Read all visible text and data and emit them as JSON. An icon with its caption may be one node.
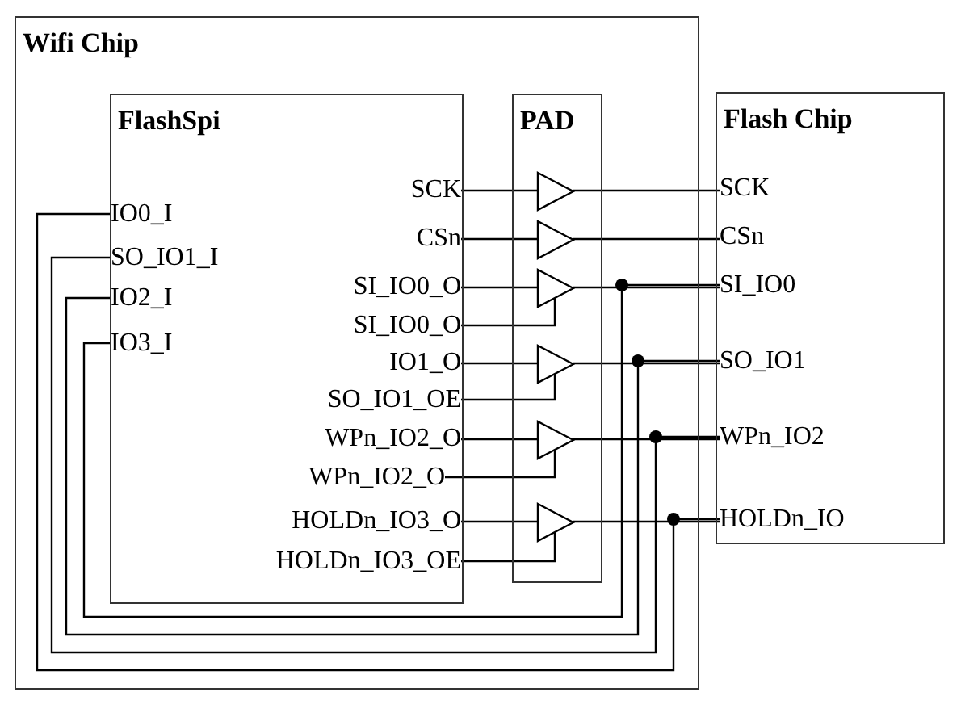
{
  "diagram": {
    "nodes": [
      {
        "text": [
          "Wifi Chip"
        ]
      },
      {
        "text": [
          "FlashSpi"
        ],
        "in": 0
      },
      {
        "text": [
          "PAD"
        ],
        "in": 0
      },
      {
        "text": [
          "Flash Chip"
        ]
      },
      {
        "text": [
          "IO0_I"
        ],
        "in": 1
      },
      {
        "text": [
          "SO_IO1_I"
        ],
        "in": 1
      },
      {
        "text": [
          "IO2_I"
        ],
        "in": 1
      },
      {
        "text": [
          "IO3_I"
        ],
        "in": 1
      },
      {
        "text": [
          "SCK"
        ],
        "in": 1
      },
      {
        "text": [
          "CSn"
        ],
        "in": 1
      },
      {
        "text": [
          "SI_IO0_O"
        ],
        "in": 1
      },
      {
        "text": [
          "SI_IO0_O"
        ],
        "in": 1
      },
      {
        "text": [
          "IO1_O"
        ],
        "in": 1
      },
      {
        "text": [
          "SO_IO1_OE"
        ],
        "in": 1
      },
      {
        "text": [
          "WPn_IO2_O"
        ],
        "in": 1
      },
      {
        "text": [
          "WPn_IO2_O"
        ],
        "in": 1
      },
      {
        "text": [
          "HOLDn_IO3_O"
        ],
        "in": 1
      },
      {
        "text": [
          "HOLDn_IO3_OE"
        ],
        "in": 1
      },
      {
        "text": [],
        "shape": "triangle",
        "in": 2
      },
      {
        "text": [],
        "shape": "triangle",
        "in": 2
      },
      {
        "text": [],
        "shape": "triangle",
        "in": 2
      },
      {
        "text": [],
        "shape": "triangle",
        "in": 2
      },
      {
        "text": [],
        "shape": "triangle",
        "in": 2
      },
      {
        "text": [],
        "shape": "triangle",
        "in": 2
      },
      {
        "text": [
          "SCK"
        ],
        "in": 3
      },
      {
        "text": [
          "CSn"
        ],
        "in": 3
      },
      {
        "text": [
          "SI_IO0"
        ],
        "in": 3
      },
      {
        "text": [
          "SO_IO1"
        ],
        "in": 3
      },
      {
        "text": [
          "WPn_IO2"
        ],
        "in": 3
      },
      {
        "text": [
          "HOLDn_IO"
        ],
        "in": 3
      }
    ],
    "edges": [
      {
        "from": 8,
        "to": 18,
        "arrow": "none"
      },
      {
        "from": 18,
        "to": 24,
        "arrow": "none"
      },
      {
        "from": 9,
        "to": 19,
        "arrow": "none"
      },
      {
        "from": 19,
        "to": 25,
        "arrow": "none"
      },
      {
        "from": 10,
        "to": 20,
        "arrow": "none"
      },
      {
        "from": 11,
        "to": 20,
        "arrow": "none"
      },
      {
        "from": 20,
        "to": 26,
        "arrow": "none"
      },
      {
        "from": 12,
        "to": 21,
        "arrow": "none"
      },
      {
        "from": 13,
        "to": 21,
        "arrow": "none"
      },
      {
        "from": 21,
        "to": 27,
        "arrow": "none"
      },
      {
        "from": 14,
        "to": 22,
        "arrow": "none"
      },
      {
        "from": 15,
        "to": 22,
        "arrow": "none"
      },
      {
        "from": 22,
        "to": 28,
        "arrow": "none"
      },
      {
        "from": 16,
        "to": 23,
        "arrow": "none"
      },
      {
        "from": 17,
        "to": 23,
        "arrow": "none"
      },
      {
        "from": 23,
        "to": 29,
        "arrow": "none"
      },
      {
        "from": 26,
        "to": 7,
        "arrow": "none"
      },
      {
        "from": 27,
        "to": 6,
        "arrow": "none"
      },
      {
        "from": 28,
        "to": 5,
        "arrow": "none"
      },
      {
        "from": 29,
        "to": 4,
        "arrow": "none"
      }
    ]
  }
}
